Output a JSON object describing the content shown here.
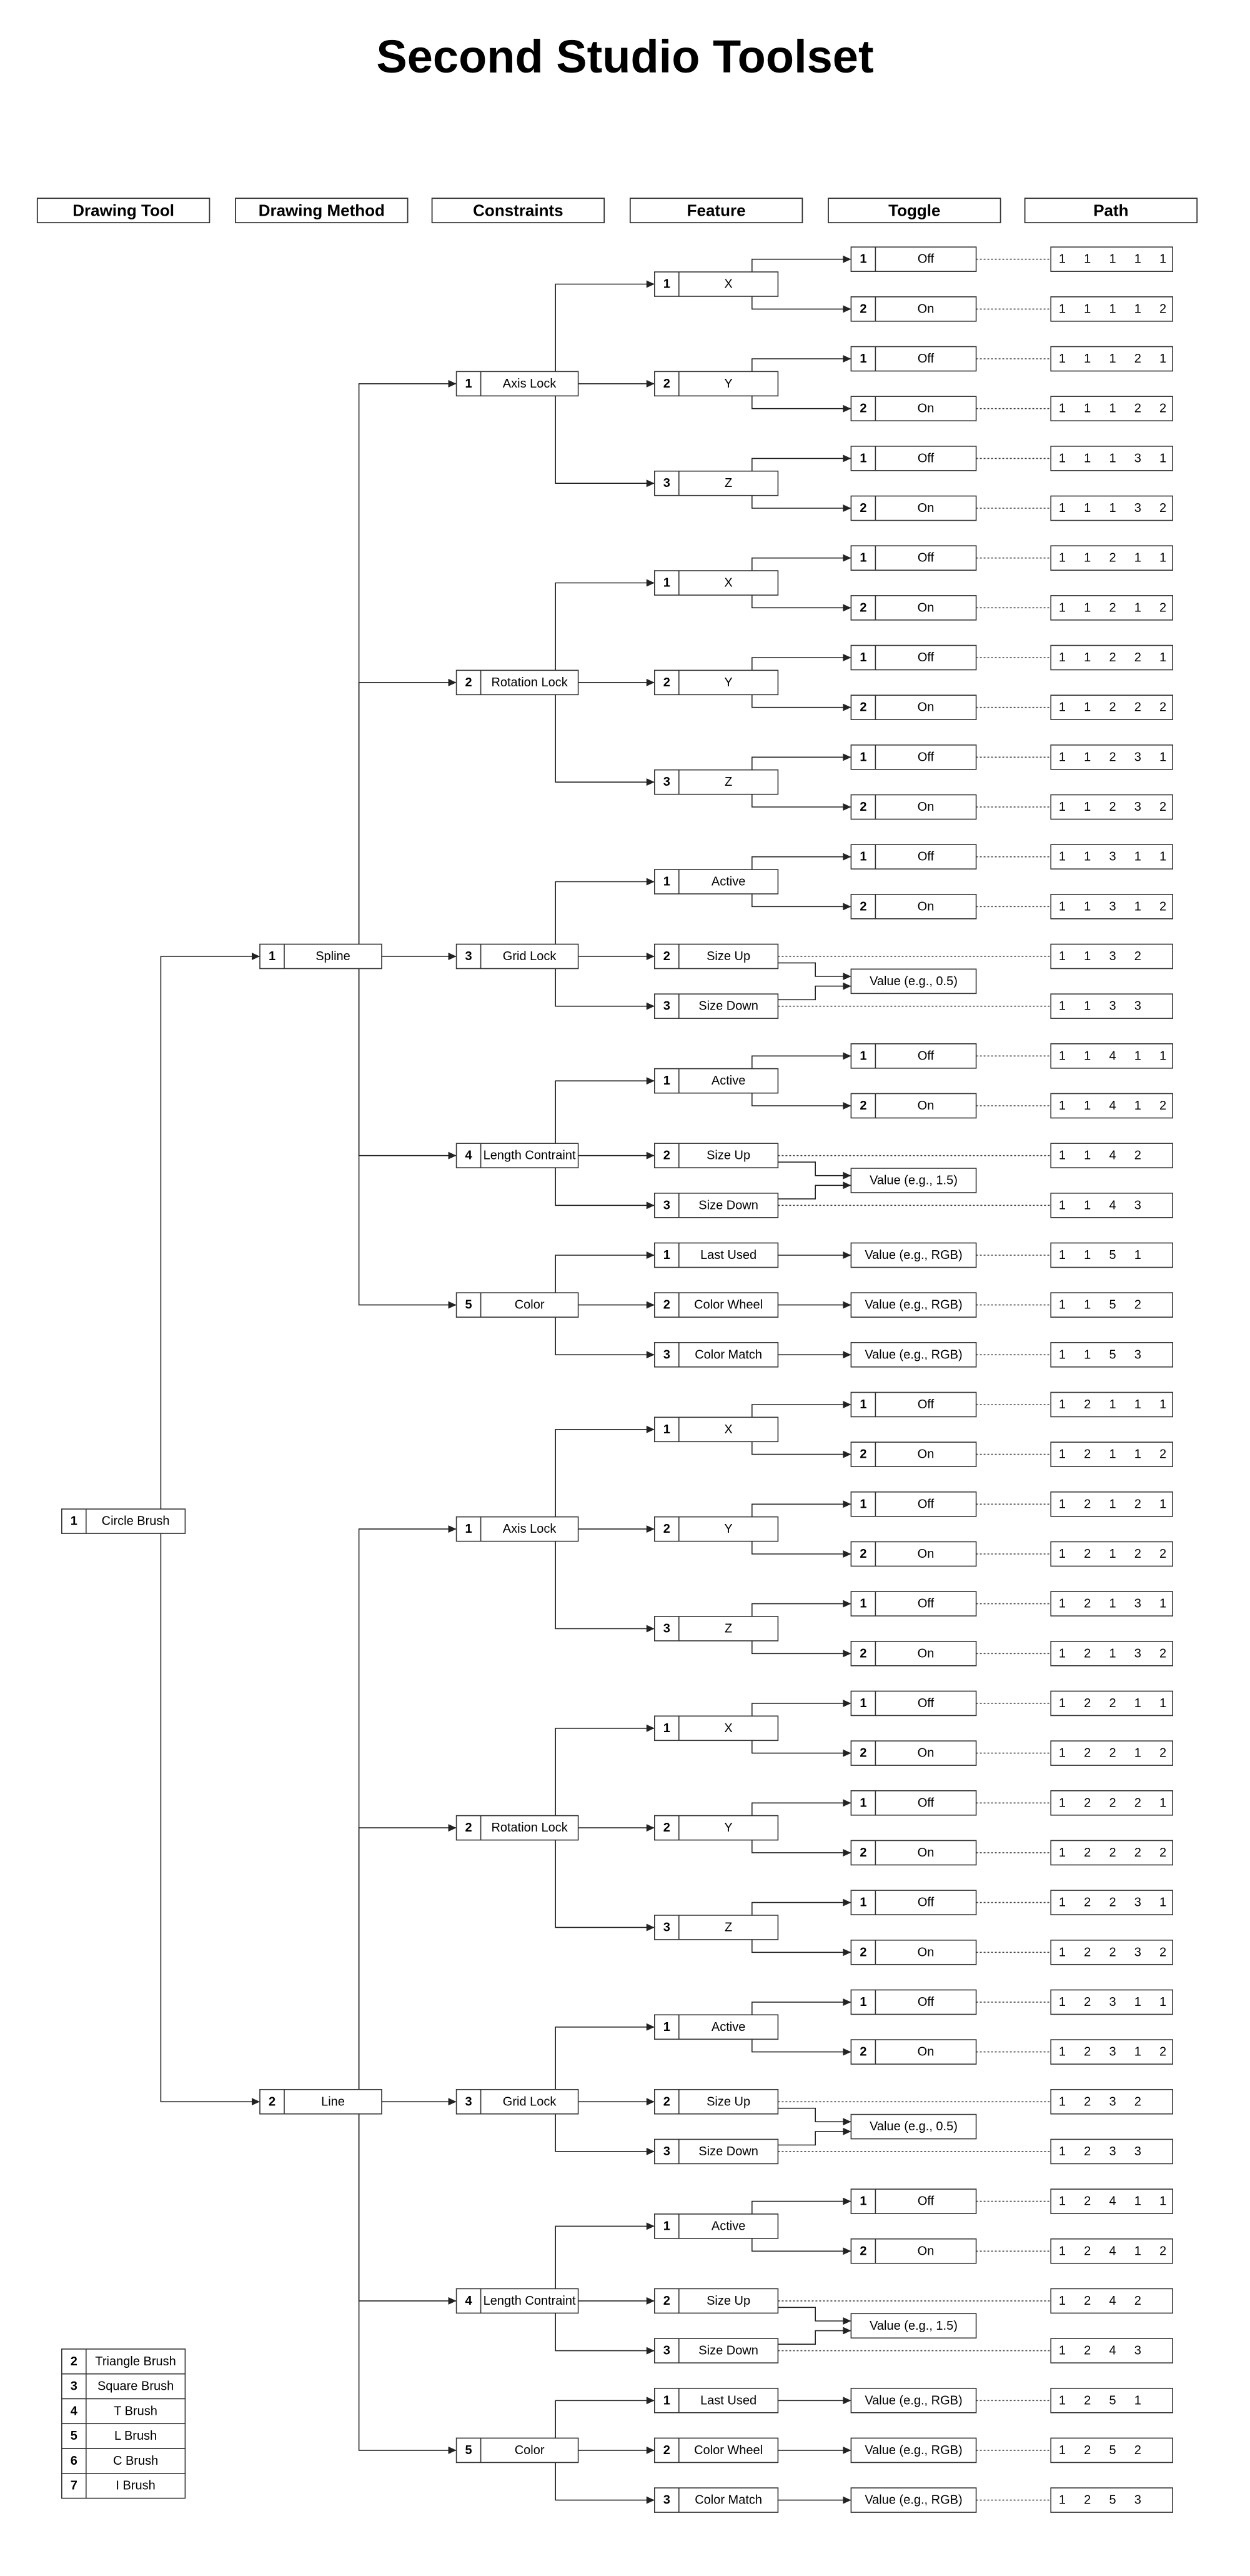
{
  "title": "Second Studio Toolset",
  "headers": [
    "Drawing Tool",
    "Drawing Method",
    "Constraints",
    "Feature",
    "Toggle",
    "Path"
  ],
  "tool": {
    "num": "1",
    "label": "Circle Brush"
  },
  "methods": [
    {
      "num": "1",
      "label": "Spline"
    },
    {
      "num": "2",
      "label": "Line"
    }
  ],
  "constraints": [
    {
      "num": "1",
      "label": "Axis Lock"
    },
    {
      "num": "2",
      "label": "Rotation Lock"
    },
    {
      "num": "3",
      "label": "Grid Lock"
    },
    {
      "num": "4",
      "label": "Length Contraint"
    },
    {
      "num": "5",
      "label": "Color"
    }
  ],
  "features": {
    "axis": [
      {
        "num": "1",
        "label": "X"
      },
      {
        "num": "2",
        "label": "Y"
      },
      {
        "num": "3",
        "label": "Z"
      }
    ],
    "grid": [
      {
        "num": "1",
        "label": "Active"
      },
      {
        "num": "2",
        "label": "Size Up"
      },
      {
        "num": "3",
        "label": "Size Down"
      }
    ],
    "color": [
      {
        "num": "1",
        "label": "Last Used"
      },
      {
        "num": "2",
        "label": "Color Wheel"
      },
      {
        "num": "3",
        "label": "Color Match"
      }
    ]
  },
  "toggles": [
    {
      "num": "1",
      "label": "Off"
    },
    {
      "num": "2",
      "label": "On"
    }
  ],
  "values": {
    "grid": "Value (e.g., 0.5)",
    "length": "Value (e.g., 1.5)",
    "color": "Value (e.g., RGB)"
  },
  "other_tools": [
    {
      "num": "2",
      "label": "Triangle Brush"
    },
    {
      "num": "3",
      "label": "Square Brush"
    },
    {
      "num": "4",
      "label": "T Brush"
    },
    {
      "num": "5",
      "label": "L Brush"
    },
    {
      "num": "6",
      "label": "C Brush"
    },
    {
      "num": "7",
      "label": "I Brush"
    }
  ]
}
